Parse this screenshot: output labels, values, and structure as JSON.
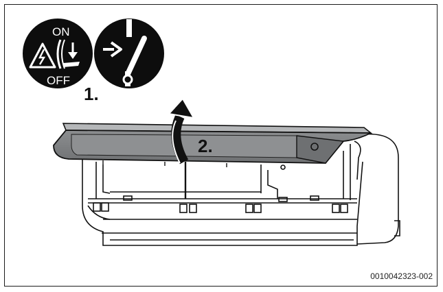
{
  "symbols": {
    "power_switch": {
      "icon": "power-switch-icon",
      "on_label": "ON",
      "off_label": "OFF"
    },
    "isolator": {
      "icon": "isolator-switch-icon"
    }
  },
  "steps": {
    "step1": "1.",
    "step2": "2."
  },
  "figure_code": "0010042323-002",
  "colors": {
    "panel_dark": "#7a7c7e",
    "panel_light": "#a7a9ab",
    "line": "#111111",
    "circle_fill": "#0d0d0d"
  }
}
